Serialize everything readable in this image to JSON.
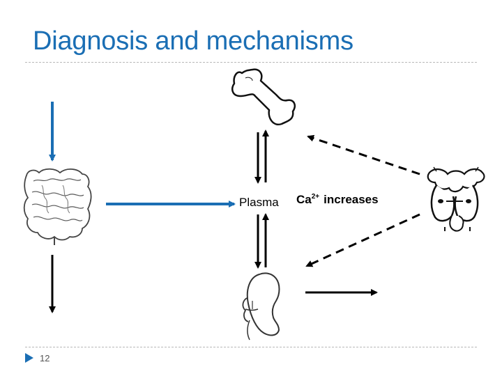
{
  "slide": {
    "title": "Diagnosis and mechanisms",
    "page_number": "12"
  },
  "diagram": {
    "plasma_label": "Plasma",
    "calcium_label": "Ca",
    "calcium_charge": "2+",
    "calcium_status": "increases"
  },
  "organs": {
    "bone": "bone-icon",
    "intestine": "intestine-icon",
    "kidney": "kidney-icon",
    "parathyroid": "parathyroid-gland-icon"
  },
  "colors": {
    "title": "#1a6eb4",
    "intestinal_arrows": "#1a6eb4",
    "arrows": "#000000"
  }
}
